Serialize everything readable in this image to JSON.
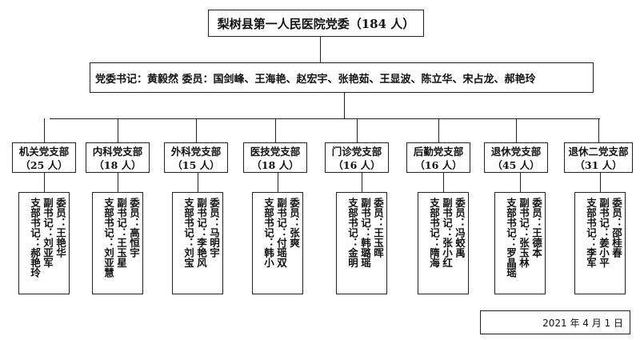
{
  "root": {
    "title": "梨树县第一人民医院党委（184 人）"
  },
  "committee": {
    "text": "党委书记：黄毅然    委员：国剑峰、王海艳、赵宏宇、张艳茹、王显波、陈立华、宋占龙、郝艳玲"
  },
  "branches": [
    {
      "name": "机关党支部",
      "count": "（25 人）",
      "cols": [
        "委员：王艳华",
        "副书记：刘亚军",
        "支部书记：郝艳玲"
      ]
    },
    {
      "name": "内科党支部",
      "count": "（18 人）",
      "cols": [
        "委员：高恒宇",
        "副书记：王玉星",
        "支部书记：刘亚慧"
      ]
    },
    {
      "name": "外科党支部",
      "count": "（15 人）",
      "cols": [
        "委员：马明宇",
        "副书记：李艳风",
        "支部书记：刘宝"
      ]
    },
    {
      "name": "医技党支部",
      "count": "（18 人）",
      "cols": [
        "委员：张爽",
        "副书记：付瑶双",
        "支部书记：韩小"
      ]
    },
    {
      "name": "门诊党支部",
      "count": "（16 人）",
      "cols": [
        "委员：王玉晖",
        "副书记：韩璐瑶",
        "支部书记：金明"
      ]
    },
    {
      "name": "后勤党支部",
      "count": "（16 人）",
      "cols": [
        "委员：冯蛟禹",
        "副书记：张小红",
        "支部书记：隋海"
      ]
    },
    {
      "name": "退休党支部",
      "count": "（45 人）",
      "cols": [
        "委员：王德本",
        "副书记：张玉林",
        "支部书记：罗晶瑶"
      ]
    },
    {
      "name": "退休二党支部",
      "count": "（31 人）",
      "cols": [
        "委员：邵桂春",
        "副书记：姜小平",
        "支部书记：李军"
      ]
    }
  ],
  "date": {
    "text": "2021 年 4 月 1 日"
  }
}
